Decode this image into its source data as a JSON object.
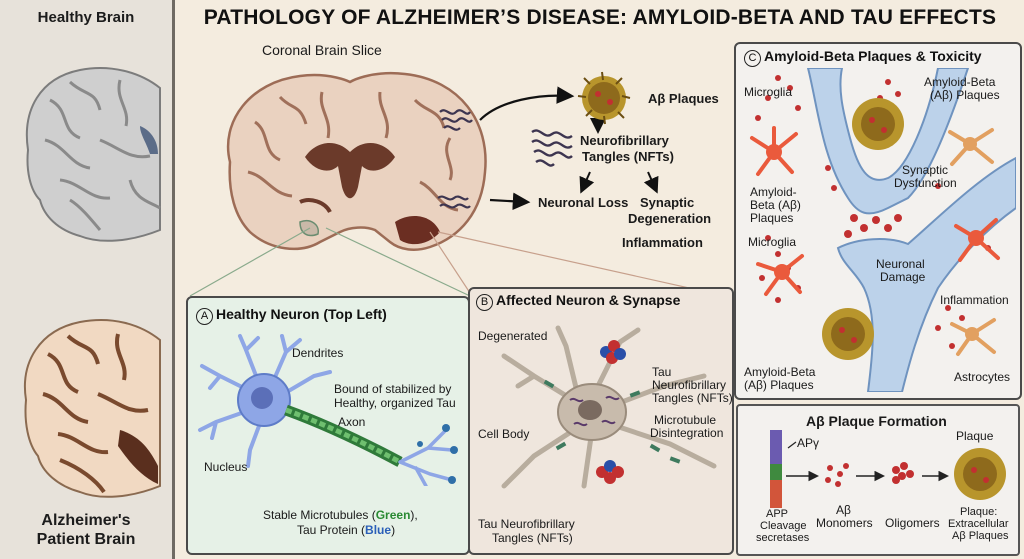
{
  "title": "PATHOLOGY OF ALZHEIMER’S DISEASE: AMYLOID-BETA AND TAU EFFECTS",
  "sidebar": {
    "healthy_label": "Healthy Brain",
    "alz_label_line1": "Alzheimer's",
    "alz_label_line2": "Patient Brain"
  },
  "center": {
    "slice_label": "Coronal Brain Slice",
    "ab_plaques": "Aβ Plaques",
    "nft_line1": "Neurofibrillary",
    "nft_line2": "Tangles (NFTs)",
    "neuronal_loss": "Neuronal Loss",
    "synaptic_line1": "Synaptic",
    "synaptic_line2": "Degeneration",
    "inflammation": "Inflammation"
  },
  "panel_a": {
    "letter": "A",
    "title": "Healthy Neuron (Top Left)",
    "dendrites": "Dendrites",
    "bound_line1": "Bound of stabilized by",
    "bound_line2": "Healthy, organized Tau",
    "axon": "Axon",
    "nucleus": "Nucleus",
    "stable_line1_prefix": "Stable Microtubules (",
    "stable_green": "Green",
    "stable_line1_suffix": "),",
    "stable_line2_prefix": "Tau Protein (",
    "stable_blue": "Blue",
    "stable_line2_suffix": ")"
  },
  "panel_b": {
    "letter": "B",
    "title": "Affected Neuron & Synapse",
    "degenerated": "Degenerated",
    "tau_line1": "Tau",
    "tau_line2": "Neurofibrillary",
    "tau_line3": "Tangles (NFTs)",
    "micro_line1": "Microtubule",
    "micro_line2": "Disintegration",
    "cell_body": "Cell Body",
    "bottom_line1": "Tau Neurofibrillary",
    "bottom_line2": "Tangles (NFTs)"
  },
  "panel_c": {
    "letter": "C",
    "title": "Amyloid-Beta Plaques & Toxicity",
    "microglia_top": "Microglia",
    "ab_top_line1": "Amyloid-Beta",
    "ab_top_line2": "(Aβ) Plaques",
    "synaptic_line1": "Synaptic",
    "synaptic_line2": "Dysfunction",
    "ab_left_line1": "Amyloid-",
    "ab_left_line2": "Beta (Aβ)",
    "ab_left_line3": "Plaques",
    "microglia_mid": "Microglia",
    "damage_line1": "Neuronal",
    "damage_line2": "Damage",
    "inflammation": "Inflammation",
    "ab_bottom_line1": "Amyloid-Beta",
    "ab_bottom_line2": "(Aβ) Plaques",
    "astrocytes": "Astrocytes"
  },
  "formation": {
    "title": "Aβ Plaque Formation",
    "apy": "APγ",
    "app_line1": "APP",
    "app_line2": "Cleavage",
    "app_line3": "secretases",
    "monomers_line1": "Aβ",
    "monomers_line2": "Monomers",
    "oligomers": "Oligomers",
    "plaque_top": "Plaque",
    "plaque_line1": "Plaque:",
    "plaque_line2": "Extracellular",
    "plaque_line3": "Aβ Plaques"
  },
  "colors": {
    "sidebar_bg": "#e7e2da",
    "healthy_brain": "#cfcfcf",
    "alz_brain": "#f1d9c2",
    "panel_a_bg": "#e6f1e7",
    "panel_b_bg": "#efe6dd",
    "panel_c_bg": "#f3f1ee",
    "neuron_blue": "#8ea6e6",
    "microglia_red": "#ea5a3c",
    "plaque_gold": "#b8952c",
    "amyloid_dot": "#c23030"
  }
}
